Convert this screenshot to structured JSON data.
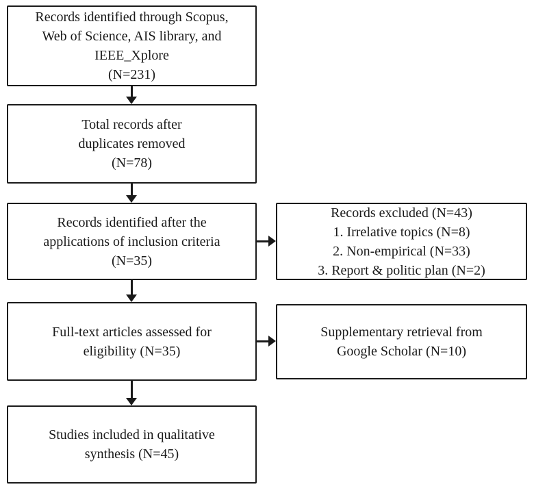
{
  "diagram": {
    "type": "flowchart",
    "background_color": "#ffffff",
    "border_color": "#1a1a1a",
    "boxes": {
      "identification": {
        "text": "Records identified through Scopus,\nWeb of Science, AIS library, and\nIEEE_Xplore\n(N=231)",
        "count": 231
      },
      "deduplicated": {
        "text": "Total records after\nduplicates removed\n(N=78)",
        "count": 78
      },
      "inclusion": {
        "text": "Records identified after the\napplications of inclusion criteria\n(N=35)",
        "count": 35
      },
      "excluded": {
        "text": "Records excluded (N=43)\n1. Irrelative topics (N=8)\n2. Non-empirical (N=33)\n3. Report & politic plan (N=2)",
        "count": 43,
        "reasons": [
          {
            "label": "Irrelative topics",
            "count": 8
          },
          {
            "label": "Non-empirical",
            "count": 33
          },
          {
            "label": "Report & politic plan",
            "count": 2
          }
        ]
      },
      "fulltext": {
        "text": "Full-text articles assessed for\neligibility (N=35)",
        "count": 35
      },
      "supplementary": {
        "text": "Supplementary retrieval from\nGoogle Scholar (N=10)",
        "count": 10
      },
      "included": {
        "text": "Studies included in qualitative\nsynthesis (N=45)",
        "count": 45
      }
    }
  }
}
